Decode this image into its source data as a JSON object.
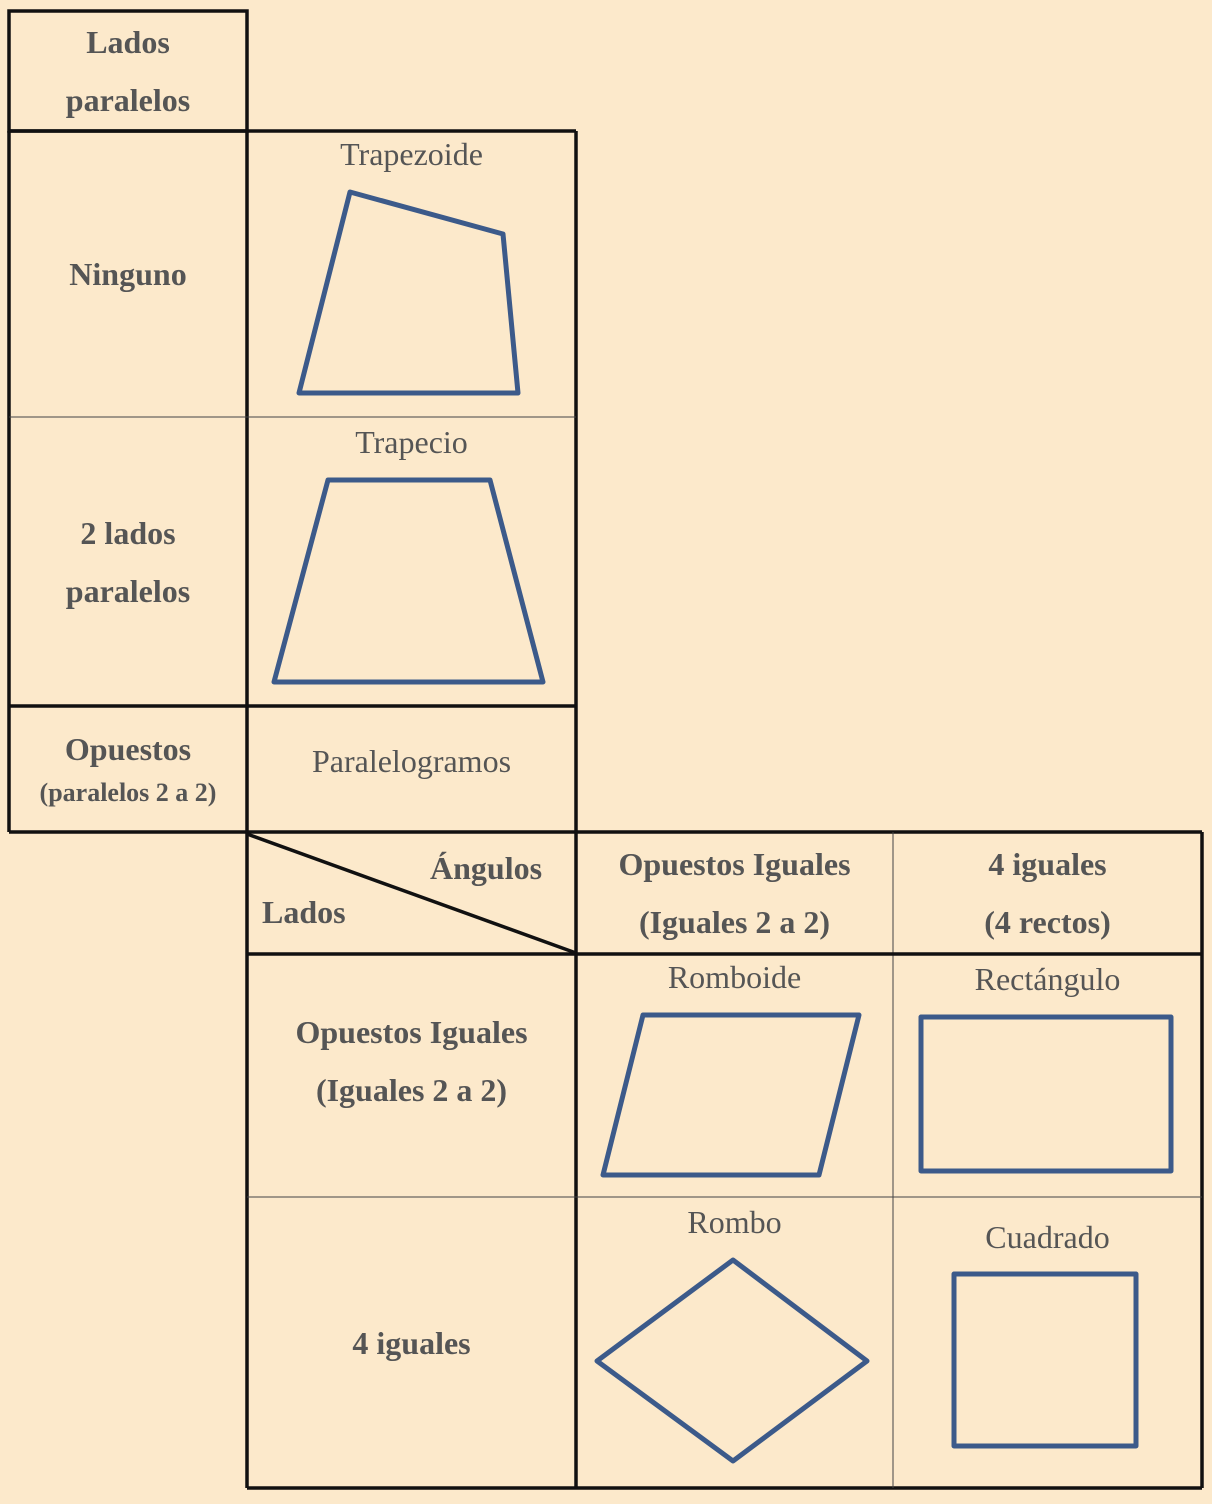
{
  "top_table": {
    "header": {
      "line1": "Lados",
      "line2": "paralelos"
    },
    "rows": [
      {
        "label": "Ninguno",
        "shape_name": "Trapezoide",
        "shape_icon": "trapezoid-irregular-icon"
      },
      {
        "label_line1": "2 lados",
        "label_line2": "paralelos",
        "shape_name": "Trapecio",
        "shape_icon": "trapezium-icon"
      },
      {
        "label_line1": "Opuestos",
        "label_line2": "(paralelos 2 a 2)",
        "shape_name": "Paralelogramos"
      }
    ]
  },
  "bottom_table": {
    "corner": {
      "angles_label": "Ángulos",
      "sides_label": "Lados"
    },
    "column_headers": [
      {
        "line1": "Opuestos Iguales",
        "line2": "(Iguales 2 a 2)"
      },
      {
        "line1": "4 iguales",
        "line2": "(4 rectos)"
      }
    ],
    "row_headers": [
      {
        "line1": "Opuestos Iguales",
        "line2": "(Iguales 2 a 2)"
      },
      {
        "line1": "4 iguales"
      }
    ],
    "cells": [
      {
        "name": "Romboide",
        "icon": "rhomboid-icon"
      },
      {
        "name": "Rectángulo",
        "icon": "rectangle-icon"
      },
      {
        "name": "Rombo",
        "icon": "rhombus-icon"
      },
      {
        "name": "Cuadrado",
        "icon": "square-icon"
      }
    ]
  },
  "colors": {
    "background": "#fce9cb",
    "shape_stroke": "#3c5a8a",
    "text": "#555555",
    "border": "#111111"
  }
}
